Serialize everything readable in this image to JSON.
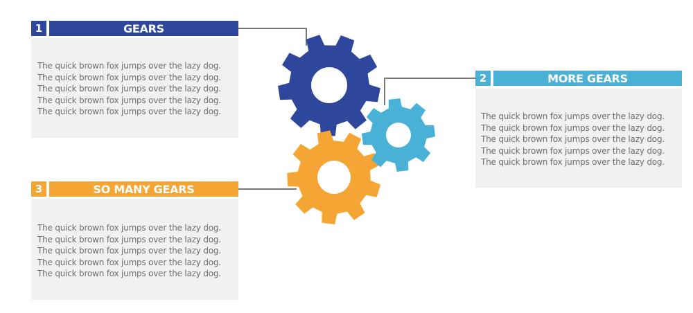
{
  "colors": {
    "dark_blue": "#2e479c",
    "light_blue": "#4ab1d6",
    "orange": "#f4a533",
    "connector": "#7a7a7a",
    "text_box_bg": "#f1f1f1"
  },
  "panels": [
    {
      "number": "1",
      "title": "GEARS",
      "color": "#2e479c",
      "lines": [
        "The quick brown fox jumps over the lazy dog.",
        "The quick brown fox jumps over the lazy dog.",
        "The quick brown fox jumps over the lazy dog.",
        "The quick brown fox jumps over the lazy dog.",
        "The quick brown fox jumps over the lazy dog."
      ]
    },
    {
      "number": "2",
      "title": "MORE GEARS",
      "color": "#4ab1d6",
      "lines": [
        "The quick brown fox jumps over the lazy dog.",
        "The quick brown fox jumps over the lazy dog.",
        "The quick brown fox jumps over the lazy dog.",
        "The quick brown fox jumps over the lazy dog.",
        "The quick brown fox jumps over the lazy dog."
      ]
    },
    {
      "number": "3",
      "title": "SO MANY GEARS",
      "color": "#f4a533",
      "lines": [
        "The quick brown fox jumps over the lazy dog.",
        "The quick brown fox jumps over the lazy dog.",
        "The quick brown fox jumps over the lazy dog.",
        "The quick brown fox jumps over the lazy dog.",
        "The quick brown fox jumps over the lazy dog."
      ]
    }
  ],
  "gear_icons": [
    "dark-blue-gear-icon",
    "light-blue-gear-icon",
    "orange-gear-icon"
  ]
}
